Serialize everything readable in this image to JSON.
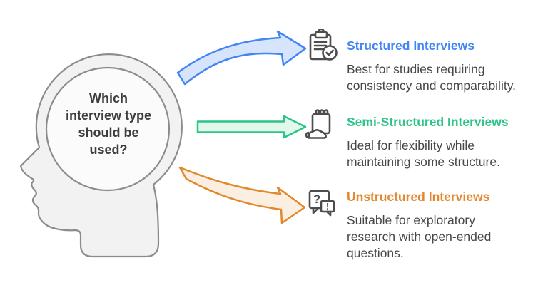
{
  "head": {
    "question_lines": [
      "Which",
      "interview type",
      "should be",
      "used?"
    ]
  },
  "items": [
    {
      "title": "Structured Interviews",
      "description": "Best for studies requiring consistency and comparability.",
      "icon": "clipboard-check-icon",
      "accent_color": "#4285F4",
      "arrow_fill": "#D7E5FC"
    },
    {
      "title": "Semi-Structured Interviews",
      "description": "Ideal for flexibility while maintaining some structure.",
      "icon": "hand-notepad-icon",
      "accent_color": "#2EC487",
      "arrow_fill": "#E2F8EC"
    },
    {
      "title": "Unstructured Interviews",
      "description": "Suitable for exploratory research with open-ended questions.",
      "icon": "question-exclamation-bubbles-icon",
      "accent_color": "#E2882E",
      "arrow_fill": "#FBEFE2"
    }
  ],
  "icon_glyphs": {
    "question": "?",
    "exclamation": "!"
  },
  "colors": {
    "background": "#FFFFFF",
    "icon_stroke": "#4D4D4D",
    "body_text": "#474747",
    "head_text": "#3D3D3D",
    "head_fill": "#F2F2F3",
    "head_stroke": "#8C8C8C",
    "inner_circle_fill": "#FBFBFC"
  }
}
